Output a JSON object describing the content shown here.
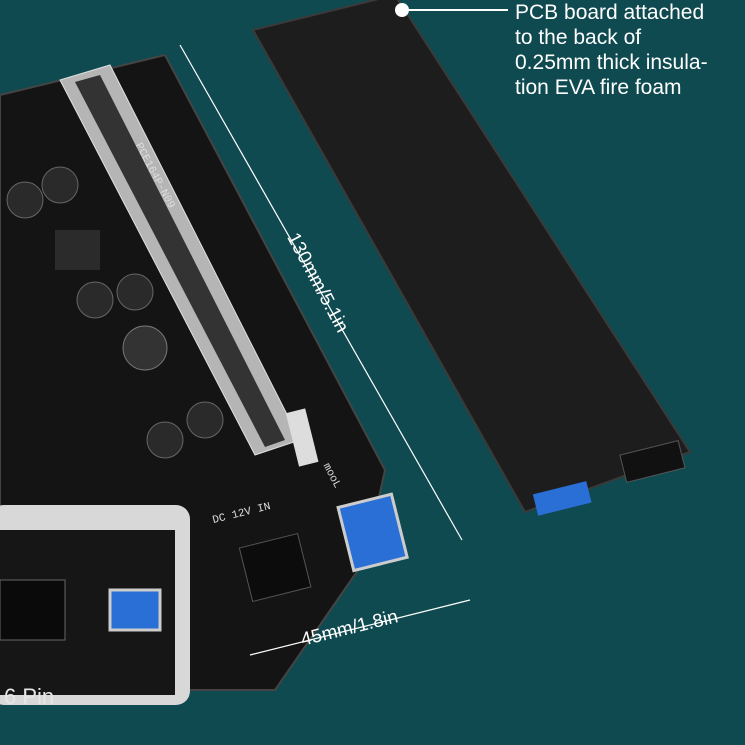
{
  "callout": {
    "lines": [
      "PCB board attached",
      "to the back of",
      "0.25mm thick insula-",
      "tion EVA fire foam"
    ]
  },
  "dimensions": {
    "length": "130mm/5.1in",
    "width": "45mm/1.8in"
  },
  "inset": {
    "label": "6 Pin"
  },
  "board": {
    "model": "PCE164P-N09",
    "power": "DC 12V IN",
    "brand": "mooL"
  },
  "colors": {
    "background": "#0f4a50",
    "foam": "#1c1c1c",
    "pcb": "#151515",
    "usb": "#2a6fd6"
  }
}
